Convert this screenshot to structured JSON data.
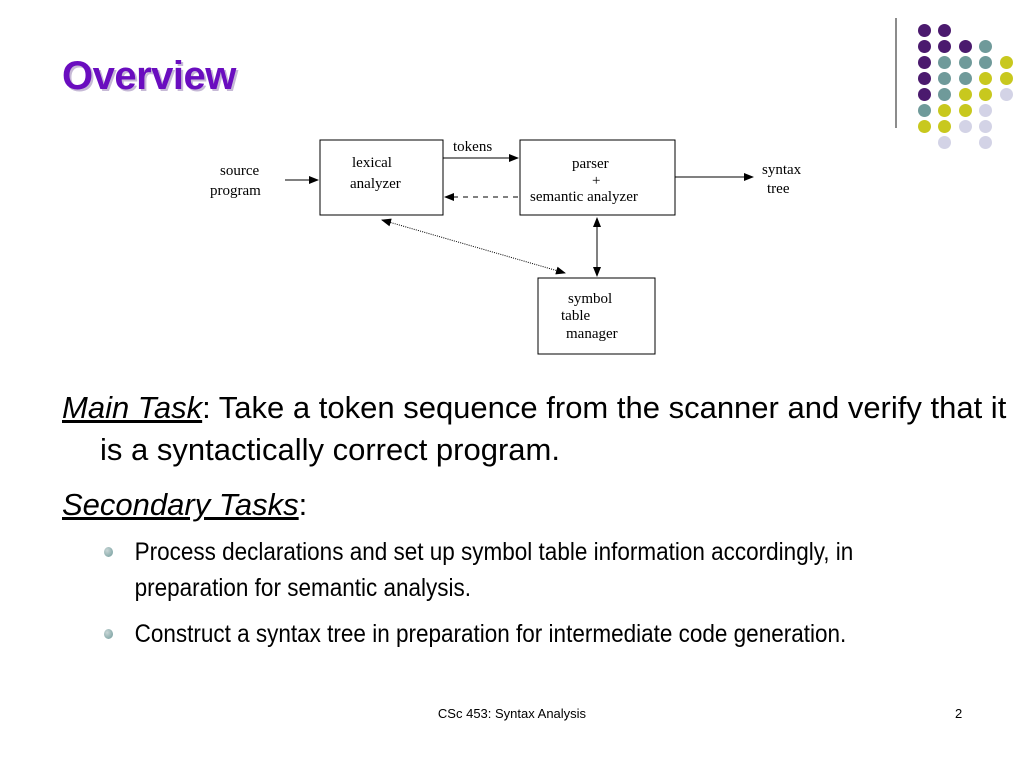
{
  "slide": {
    "title": "Overview",
    "title_color": "#6a0dbf",
    "main_task_label": "Main Task",
    "main_task_text": ": Take a token sequence from the scanner and verify that it is a syntactically correct program.",
    "secondary_label": "Secondary Tasks",
    "secondary_colon": ":",
    "bullets": [
      "Process declarations and set up symbol table information accordingly, in preparation for semantic analysis.",
      "Construct a syntax tree in preparation for intermediate code generation."
    ]
  },
  "diagram": {
    "source_line1": "source",
    "source_line2": "program",
    "lexical_line1": "lexical",
    "lexical_line2": "analyzer",
    "tokens_label": "tokens",
    "parser_line1": "parser",
    "parser_line2": "+",
    "parser_line3": "semantic analyzer",
    "syntax_line1": "syntax",
    "syntax_line2": "tree",
    "symbol_line1": "symbol",
    "symbol_line2": "table",
    "symbol_line3": "manager"
  },
  "decoration": {
    "dot_colors": {
      "purple": "#4b1a6e",
      "teal": "#6f9a9a",
      "yellow": "#c8c81e",
      "lavender": "#d3d3e6"
    },
    "line_color": "#8c8c8c"
  },
  "footer": {
    "course": "CSc 453: Syntax Analysis",
    "page_number": "2"
  }
}
